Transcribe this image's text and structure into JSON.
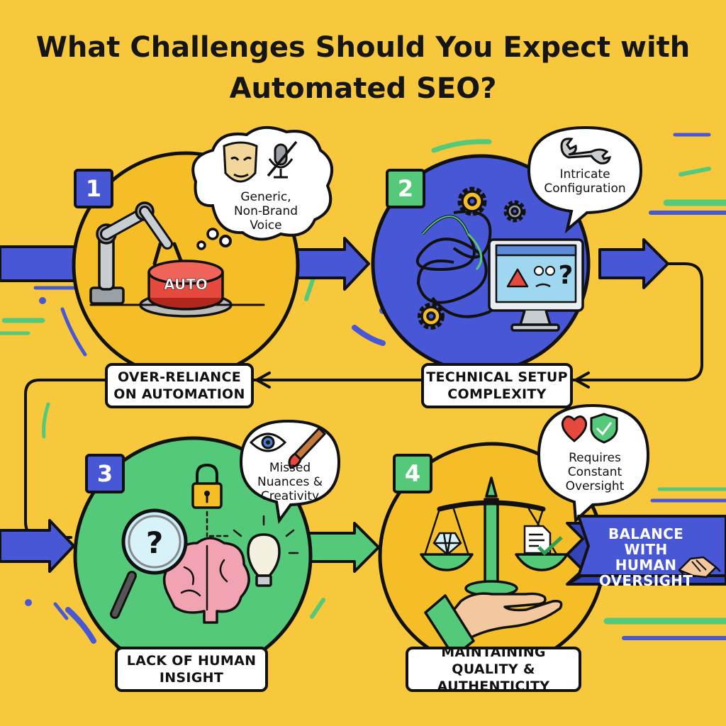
{
  "title": "What Challenges Should You Expect with Automated SEO?",
  "colors": {
    "background": "#F8C83C",
    "blue": "#4757D6",
    "green": "#55C97A",
    "yellow": "#F6BE26",
    "red": "#E64A3E",
    "outline": "#111111"
  },
  "steps": [
    {
      "number": "1",
      "label": "OVER-RELIANCE ON AUTOMATION",
      "bubble": "Generic,\nNon-Brand\nVoice",
      "button_text": "AUTO",
      "icons": [
        "mask-icon",
        "muted-microphone-icon",
        "robot-arm-icon",
        "auto-button-icon"
      ]
    },
    {
      "number": "2",
      "label": "TECHNICAL SETUP COMPLEXITY",
      "bubble": "Intricate\nConfiguration",
      "icons": [
        "wrench-icon",
        "gear-icon",
        "tangled-cables-icon",
        "monitor-warning-icon",
        "question-mark-icon"
      ]
    },
    {
      "number": "3",
      "label": "LACK OF HUMAN INSIGHT",
      "bubble": "Missed\nNuances &\nCreativity",
      "icons": [
        "eye-icon",
        "paintbrush-icon",
        "padlock-icon",
        "magnifier-question-icon",
        "brain-icon",
        "lightbulb-icon"
      ]
    },
    {
      "number": "4",
      "label": "MAINTAINING QUALITY & AUTHENTICITY",
      "bubble": "Requires\nConstant\nOversight",
      "icons": [
        "heart-icon",
        "shield-check-icon",
        "balance-scale-icon",
        "diamond-icon",
        "checked-document-icon",
        "open-hand-icon"
      ]
    }
  ],
  "banner": {
    "text": "BALANCE WITH\nHUMAN\nOVERSIGHT",
    "icon": "handshake-icon"
  }
}
